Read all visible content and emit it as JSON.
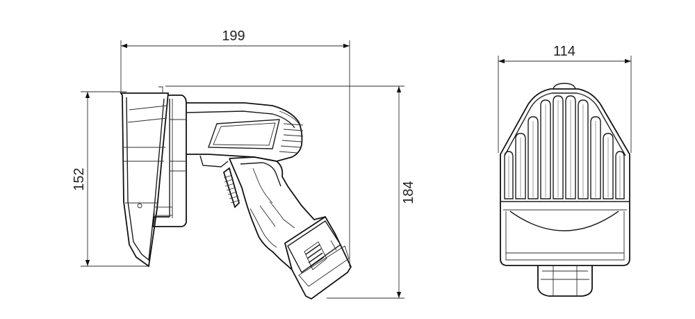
{
  "dimensions": {
    "side_width": "199",
    "side_blade_height": "152",
    "side_total_height": "184",
    "front_width": "114"
  },
  "colors": {
    "line": "#1a1a1a",
    "background": "#ffffff"
  }
}
